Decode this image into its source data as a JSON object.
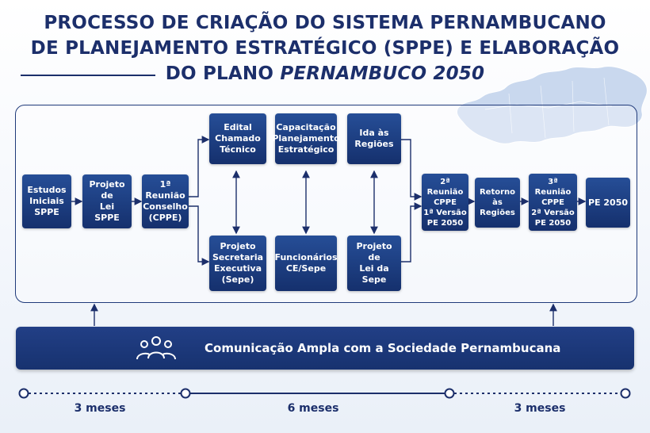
{
  "title": {
    "line1": "PROCESSO DE CRIAÇÃO DO SISTEMA PERNAMBUCANO",
    "line2": "DE PLANEJAMENTO ESTRATÉGICO (SPPE) E ELABORAÇÃO",
    "line3_prefix": "DO PLANO",
    "line3_italic": "PERNAMBUCO 2050"
  },
  "boxes": {
    "estudos": "Estudos\nIniciais\nSPPE",
    "projeto_lei": "Projeto de\nLei\nSPPE",
    "reuniao1": "1ª Reunião\nConselho\n(CPPE)",
    "edital": "Edital\nChamado\nTécnico",
    "projeto_secretaria": "Projeto\nSecretaria\nExecutiva\n(Sepe)",
    "capacitacao": "Capacitação\nPlanejamento\nEstratégico",
    "funcionarios": "Funcionários\nCE/Sepe",
    "ida_regioes": "Ida às\nRegiões",
    "projeto_lei_sepe": "Projeto de\nLei da Sepe",
    "reuniao2": "2ª Reunião\nCPPE\n1ª Versão\nPE 2050",
    "retorno": "Retorno às\nRegiões",
    "reuniao3": "3ª Reunião\nCPPE\n2ª Versão\nPE 2050",
    "pe2050": "PE 2050"
  },
  "communication": {
    "label": "Comunicação Ampla com a Sociedade Pernambucana",
    "icon": "people-group-icon"
  },
  "timeline": {
    "segments": [
      {
        "label": "3 meses"
      },
      {
        "label": "6 meses"
      },
      {
        "label": "3 meses"
      }
    ]
  },
  "colors": {
    "navy": "#1c2f6b",
    "box_top": "#264e97",
    "box_bottom": "#15306d",
    "map": "#c9d8ee"
  }
}
